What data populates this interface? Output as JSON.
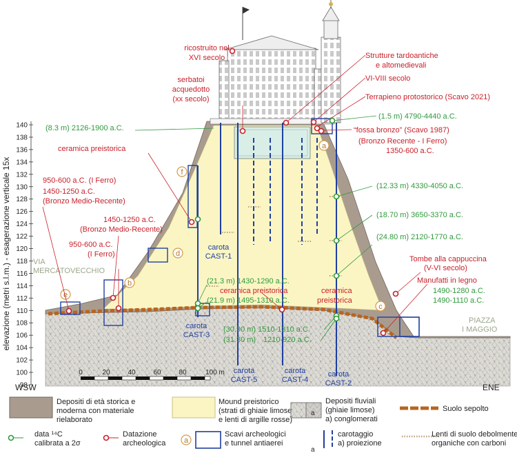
{
  "axis": {
    "ylabel": "elevazione (metri s.l.m.) - esagerazione verticale 15x",
    "yticks": [
      "98",
      "100",
      "102",
      "104",
      "106",
      "108",
      "110",
      "112",
      "114",
      "116",
      "118",
      "120",
      "122",
      "124",
      "126",
      "128",
      "130",
      "132",
      "134",
      "136",
      "138",
      "140"
    ],
    "wsw": "WSW",
    "ene": "ENE",
    "scale": {
      "ticks": [
        "0",
        "20",
        "40",
        "60",
        "80",
        "100 m"
      ]
    }
  },
  "places": {
    "via_line1": "VIA",
    "via_line2": "MERCATOVECCHIO",
    "piazza_line1": "PIAZZA",
    "piazza_line2": "I MAGGIO"
  },
  "cores": {
    "cast1_l1": "carota",
    "cast1_l2": "CAST-1",
    "cast3_l1": "carota",
    "cast3_l2": "CAST-3",
    "cast5_l1": "carota",
    "cast5_l2": "CAST-5",
    "cast4_l1": "carota",
    "cast4_l2": "CAST-4",
    "cast2_l1": "carota",
    "cast2_l2": "CAST-2"
  },
  "letters": {
    "a": "a",
    "b": "b",
    "c": "c",
    "d": "d",
    "e": "e",
    "f": "f"
  },
  "labels": {
    "ricostruito_l1": "ricostruito nel",
    "ricostruito_l2": "XVI secolo",
    "serbatoi_l1": "serbatoi",
    "serbatoi_l2": "acquedotto",
    "serbatoi_l3": "(xx secolo)",
    "strutture_l1": "Strutture tardoantiche",
    "strutture_l2": "e altomedievali",
    "vi_viii": "VI-VIII secolo",
    "terrapieno": "Terrapieno protostorico (Scavo 2021)",
    "c14_1_5": "(1.5 m) 4790-4440 a.C.",
    "c14_8_3": "(8.3 m) 2126-1900 a.C.",
    "fossa_l1": "“fossa bronzo”  (Scavo 1987)",
    "fossa_l2": "(Bronzo Recente - I Ferro)",
    "fossa_l3": "1350-600 a.C.",
    "ceramica_top": "ceramica preistorica",
    "ferro_l1": "950-600 a.C. (I Ferro)",
    "ferro_l2": "1450-1250 a.C.",
    "ferro_l3": "(Bronzo Medio-Recente)",
    "c14_12_33": "(12.33 m) 4330-4050 a.C.",
    "bmr2_l1": "1450-1250 a.C.",
    "bmr2_l2": "(Bronzo Medio-Recente)",
    "ferro2_l1": "950-600 a.C.",
    "ferro2_l2": "(I Ferro)",
    "c14_18_70": "(18.70 m) 3650-3370 a.C.",
    "c14_24_80": "(24.80 m) 2120-1770 a.C.",
    "tombe_l1": "Tombe alla cappuccina",
    "tombe_l2": "(V-VI secolo)",
    "manufatti_l1": "Manufatti in legno",
    "manufatti_l2": "1490-1280 a.C.",
    "manufatti_l3": "1490-1110 a.C.",
    "c14_21_3": "(21.3 m) 1430-1290 a.C.",
    "ceramica_mid": "ceramica preistorica",
    "c14_21_9": "(21.9 m) 1495-1310 a.C.",
    "ceramica_r_l1": "ceramica",
    "ceramica_r_l2": "preistorica",
    "c14_30_90": "(30.90 m) 1510-1310 a.C.",
    "c14_31_30": "(31.30 m)",
    "c14_1210": "1210-920 a.C."
  },
  "legend": {
    "deposits_l1": "Depositi di età storica e",
    "deposits_l2": "moderna con materiale",
    "deposits_l3": "rielaborato",
    "mound_l1": "Mound preistorico",
    "mound_l2": "(strati di ghiaie limose",
    "mound_l3": "e lenti di argille rosse)",
    "fluvial_l1": "Depositi fluviali",
    "fluvial_l2": "(ghiaie limose)",
    "fluvial_l3": "a) conglomerati",
    "fluvial_a": "a",
    "suolo": "Suolo sepolto",
    "c14_l1": "data ¹⁴C",
    "c14_l2": "calibrata a 2σ",
    "arch_l1": "Datazione",
    "arch_l2": "archeologica",
    "scavi_letter": "a",
    "scavi_l1": "Scavi archeologici",
    "scavi_l2": "e tunnel antiaerei",
    "carot_l1": "carotaggio",
    "carot_l2": "a) proiezione",
    "carot_a": "a",
    "lenti_l1": "Lenti di suolo debolmente",
    "lenti_l2": "organiche con carboni"
  },
  "colors": {
    "historic": "#a99c8f",
    "mound": "#fbf5c4",
    "fluvial": "#dcdad5",
    "soil": "#b8651f",
    "red": "#c8202a",
    "green": "#2f9a3c",
    "blue": "#1f3fa0",
    "letter_circle": "#d69a4a"
  }
}
